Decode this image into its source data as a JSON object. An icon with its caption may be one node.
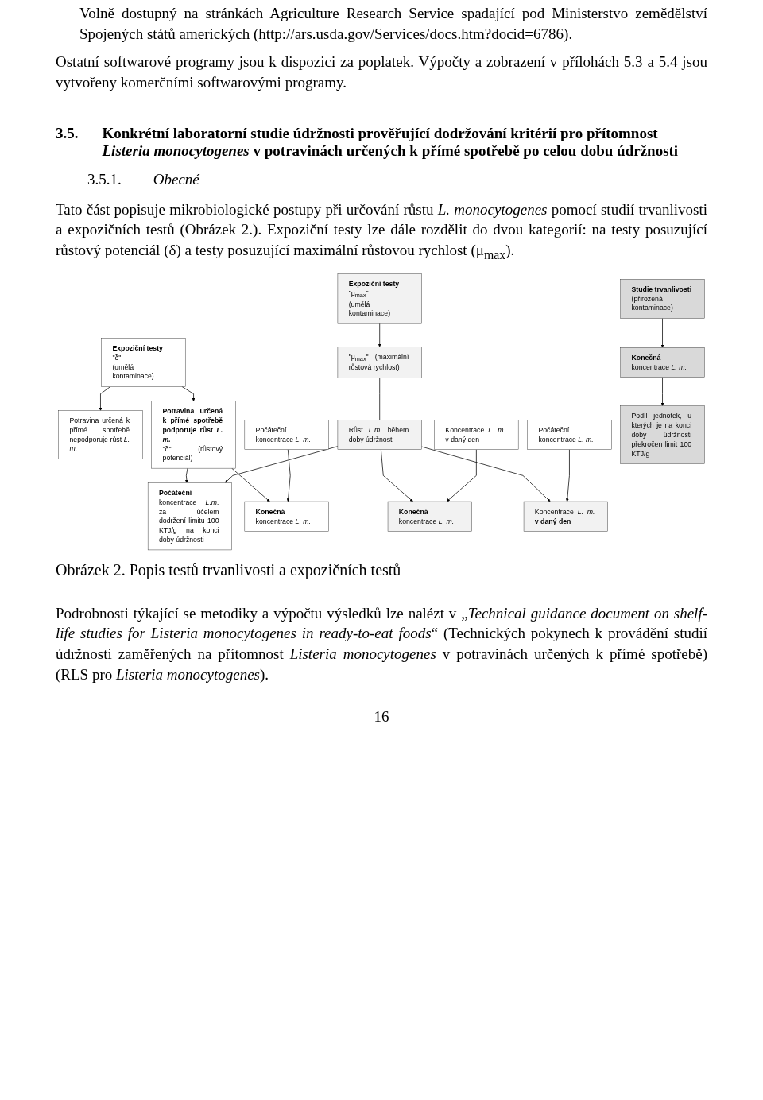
{
  "diagram": {
    "caption": "Obrázek 2. Popis testů trvanlivosti a expozičních testů",
    "nodes": [
      {
        "text": [
          "Studie trvanlivosti",
          "(přirozená kontaminace)"
        ]
      },
      {
        "text": [
          "Expoziční testy",
          "\"δ\"",
          "(umělá kontaminace)"
        ]
      },
      {
        "text": [
          "Expoziční testy",
          "\"μ$_{max}$\"",
          "(umělá kontaminace)"
        ]
      },
      {
        "text": [
          "Potravina určená k přímé spotřebě nepodporuje růst *L. m.*"
        ]
      },
      {
        "text": [
          "Potravina určená k přímé spotřebě podporuje růst *L. m.*",
          "\"δ\" (růstový potenciál)"
        ]
      },
      {
        "text": [
          "\"μ$_{max}$\" (maximální růstová rychlost)"
        ]
      },
      {
        "text": [
          "Růst *L.m.* během doby údržnosti"
        ]
      },
      {
        "text": [
          "**Konečná** koncentrace *L. m.*"
        ]
      },
      {
        "text": [
          "Počáteční koncentrace *L. m.*"
        ]
      },
      {
        "text": [
          "Počáteční koncentrace *L. m.*"
        ]
      },
      {
        "text": [
          "Koncentrace *L. m.* v daný den"
        ]
      },
      {
        "text": [
          "Podíl jednotek, u kterých je na konci doby údržnosti překročen limit 100 KTJ/g"
        ]
      },
      {
        "text": [
          "**Konečná** koncentrace *L. m.*"
        ]
      },
      {
        "text": [
          "**Počáteční** koncentrace *L.m.* za účelem dodržení limitu 100 KTJ/g na konci doby údržnosti"
        ]
      },
      {
        "text": [
          "Koncentrace *L. m.* **v daný den**"
        ]
      },
      {
        "text": [
          "**Konečná** koncentrace *L. m.*"
        ]
      }
    ],
    "edges": [
      {
        "from": 0,
        "to": 7,
        "arrow": "to"
      },
      {
        "from": 1,
        "to": 3,
        "arrow": "to"
      },
      {
        "from": 1,
        "to": 4,
        "arrow": "to"
      },
      {
        "from": 2,
        "to": 5,
        "arrow": "to"
      },
      {
        "from": 5,
        "to": 6,
        "arrow": "none"
      },
      {
        "from": 7,
        "to": 11,
        "arrow": "to"
      },
      {
        "from": 4,
        "to": 12,
        "arrow": "to"
      },
      {
        "from": 8,
        "to": 12,
        "arrow": "to"
      },
      {
        "from": 4,
        "to": 13,
        "arrow": "to"
      },
      {
        "from": 6,
        "to": 13,
        "arrow": "to"
      },
      {
        "from": 6,
        "to": 14,
        "arrow": "to"
      },
      {
        "from": 9,
        "to": 14,
        "arrow": "to"
      },
      {
        "from": 6,
        "to": 15,
        "arrow": "to"
      },
      {
        "from": 10,
        "to": 15,
        "arrow": "to"
      }
    ],
    "labels": [
      "Volně dostupný na stránkách Agriculture Research Service spadající pod Ministerstvo zemědělství Spojených států amerických (http://ars.usda.gov/Services/docs.htm?docid=6786).",
      "Ostatní softwarové programy jsou k dispozici za poplatek. Výpočty a zobrazení v přílohách 5.3 a 5.4 jsou vytvořeny komerčními softwarovými programy.",
      "3.5.",
      "Konkrétní laboratorní studie údržnosti prověřující dodržování kritérií pro přítomnost *Listeria monocytogenes* v potravinách určených k přímé spotřebě po celou dobu údržnosti",
      "3.5.1.",
      "Obecné",
      "Tato část popisuje mikrobiologické postupy při určování růstu *L. monocytogenes* pomocí studií trvanlivosti a expozičních testů (Obrázek 2.). Expoziční testy lze dále rozdělit do dvou kategorií: na testy posuzující růstový potenciál (δ) a testy posuzující maximální růstovou rychlost (μ$_{max}$).",
      "Podrobnosti týkající se metodiky a výpočtu výsledků lze nalézt v „*Technical guidance document on shelf-life studies for Listeria monocytogenes in ready-to-eat foods*“ (Technických pokynech k provádění studií údržnosti zaměřených na přítomnost *Listeria monocytogenes* v potravinách určených k přímé spotřebě) (RLS pro *Listeria monocytogenes*).",
      "16"
    ]
  }
}
